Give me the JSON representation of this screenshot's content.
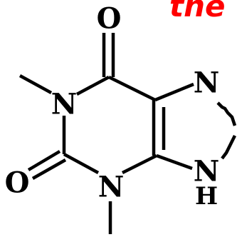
{
  "header": {
    "title_fragment": "the"
  },
  "molecule": {
    "atoms": {
      "o_top": "O",
      "o_left": "O",
      "n_1": "N",
      "n_3": "N",
      "n_7": "N",
      "n_9": "N",
      "h_9": "H"
    }
  },
  "colors": {
    "title": "#ff0000",
    "bond": "#000000",
    "background": "#ffffff"
  }
}
